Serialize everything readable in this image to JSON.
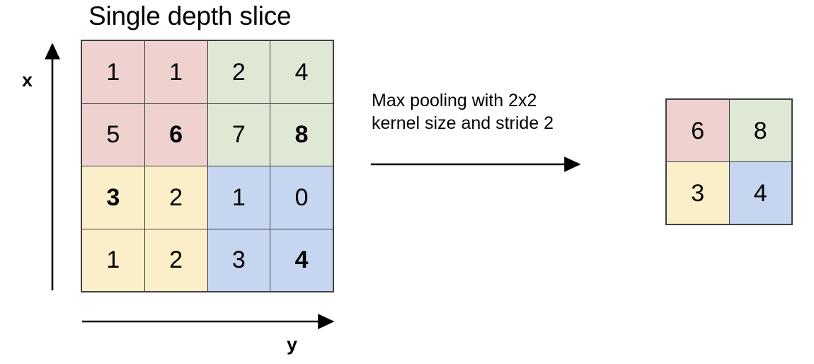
{
  "diagram": {
    "title": "Single depth slice",
    "axes": {
      "vertical_label": "x",
      "horizontal_label": "y"
    },
    "caption": {
      "line1": "Max pooling with 2x2",
      "line2": "kernel size and stride 2"
    },
    "colors": {
      "pink": "#EFD1CF",
      "green": "#DFE8D5",
      "yellow": "#FBEFC9",
      "blue": "#C6D6F0",
      "border": "#404040",
      "text": "#000000",
      "background": "#FFFFFF"
    }
  },
  "chart_data": {
    "type": "table",
    "title": "Single depth slice",
    "xlabel": "y",
    "ylabel": "x",
    "operation": "Max pooling with 2x2 kernel size and stride 2",
    "input_matrix": {
      "rows": 4,
      "cols": 4,
      "values": [
        [
          1,
          1,
          2,
          4
        ],
        [
          5,
          6,
          7,
          8
        ],
        [
          3,
          2,
          1,
          0
        ],
        [
          1,
          2,
          3,
          4
        ]
      ],
      "cells": [
        [
          {
            "value": "1",
            "quadrant": "pink",
            "bold": false
          },
          {
            "value": "1",
            "quadrant": "pink",
            "bold": false
          },
          {
            "value": "2",
            "quadrant": "green",
            "bold": false
          },
          {
            "value": "4",
            "quadrant": "green",
            "bold": false
          }
        ],
        [
          {
            "value": "5",
            "quadrant": "pink",
            "bold": false
          },
          {
            "value": "6",
            "quadrant": "pink",
            "bold": true
          },
          {
            "value": "7",
            "quadrant": "green",
            "bold": false
          },
          {
            "value": "8",
            "quadrant": "green",
            "bold": true
          }
        ],
        [
          {
            "value": "3",
            "quadrant": "yellow",
            "bold": true
          },
          {
            "value": "2",
            "quadrant": "yellow",
            "bold": false
          },
          {
            "value": "1",
            "quadrant": "blue",
            "bold": false
          },
          {
            "value": "0",
            "quadrant": "blue",
            "bold": false
          }
        ],
        [
          {
            "value": "1",
            "quadrant": "yellow",
            "bold": false
          },
          {
            "value": "2",
            "quadrant": "yellow",
            "bold": false
          },
          {
            "value": "3",
            "quadrant": "blue",
            "bold": false
          },
          {
            "value": "4",
            "quadrant": "blue",
            "bold": true
          }
        ]
      ]
    },
    "output_matrix": {
      "rows": 2,
      "cols": 2,
      "values": [
        [
          6,
          8
        ],
        [
          3,
          4
        ]
      ],
      "cells": [
        [
          {
            "value": "6",
            "quadrant": "pink",
            "bold": false
          },
          {
            "value": "8",
            "quadrant": "green",
            "bold": false
          }
        ],
        [
          {
            "value": "3",
            "quadrant": "yellow",
            "bold": false
          },
          {
            "value": "4",
            "quadrant": "blue",
            "bold": false
          }
        ]
      ]
    }
  }
}
